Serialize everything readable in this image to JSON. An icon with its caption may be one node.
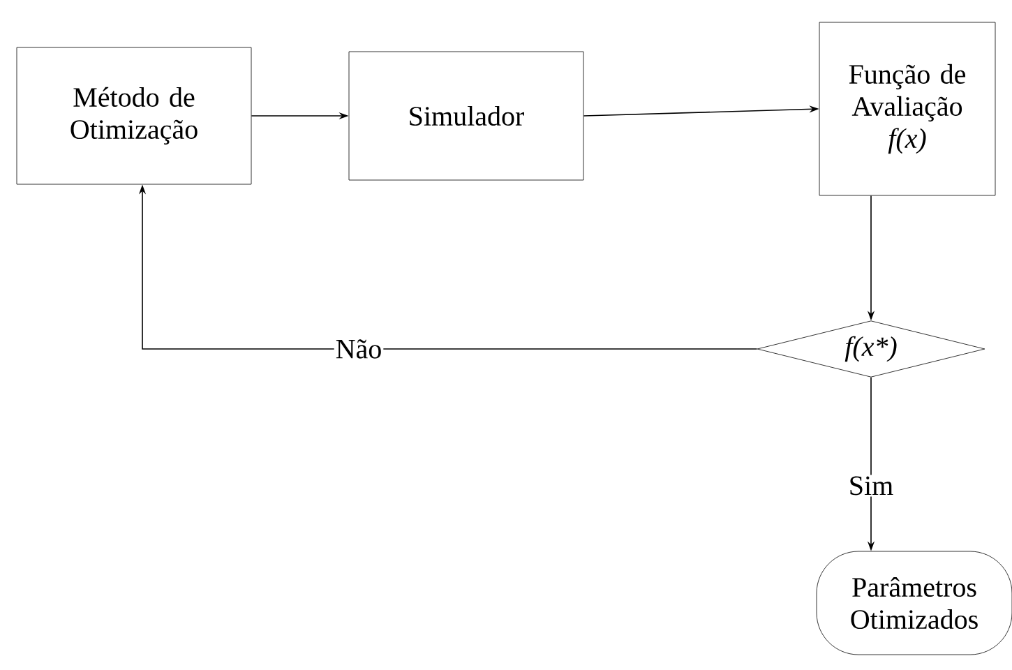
{
  "diagram": {
    "nodes": [
      {
        "text": [
          "Método de Otimização"
        ]
      },
      {
        "text": [
          "Simulador"
        ]
      },
      {
        "text": [
          "Função de Avaliação",
          "f(x)"
        ]
      },
      {
        "text": [
          "f(x*)"
        ]
      },
      {
        "text": [
          "Parâmetros Otimizados"
        ]
      }
    ],
    "edges": [
      {
        "from": 0,
        "to": 1,
        "arrow": "to"
      },
      {
        "from": 1,
        "to": 2,
        "arrow": "to"
      },
      {
        "from": 2,
        "to": 3,
        "arrow": "to"
      },
      {
        "from": 3,
        "to": 0,
        "arrow": "to",
        "label": "Não"
      },
      {
        "from": 3,
        "to": 4,
        "arrow": "to",
        "label": "Sim"
      }
    ]
  }
}
